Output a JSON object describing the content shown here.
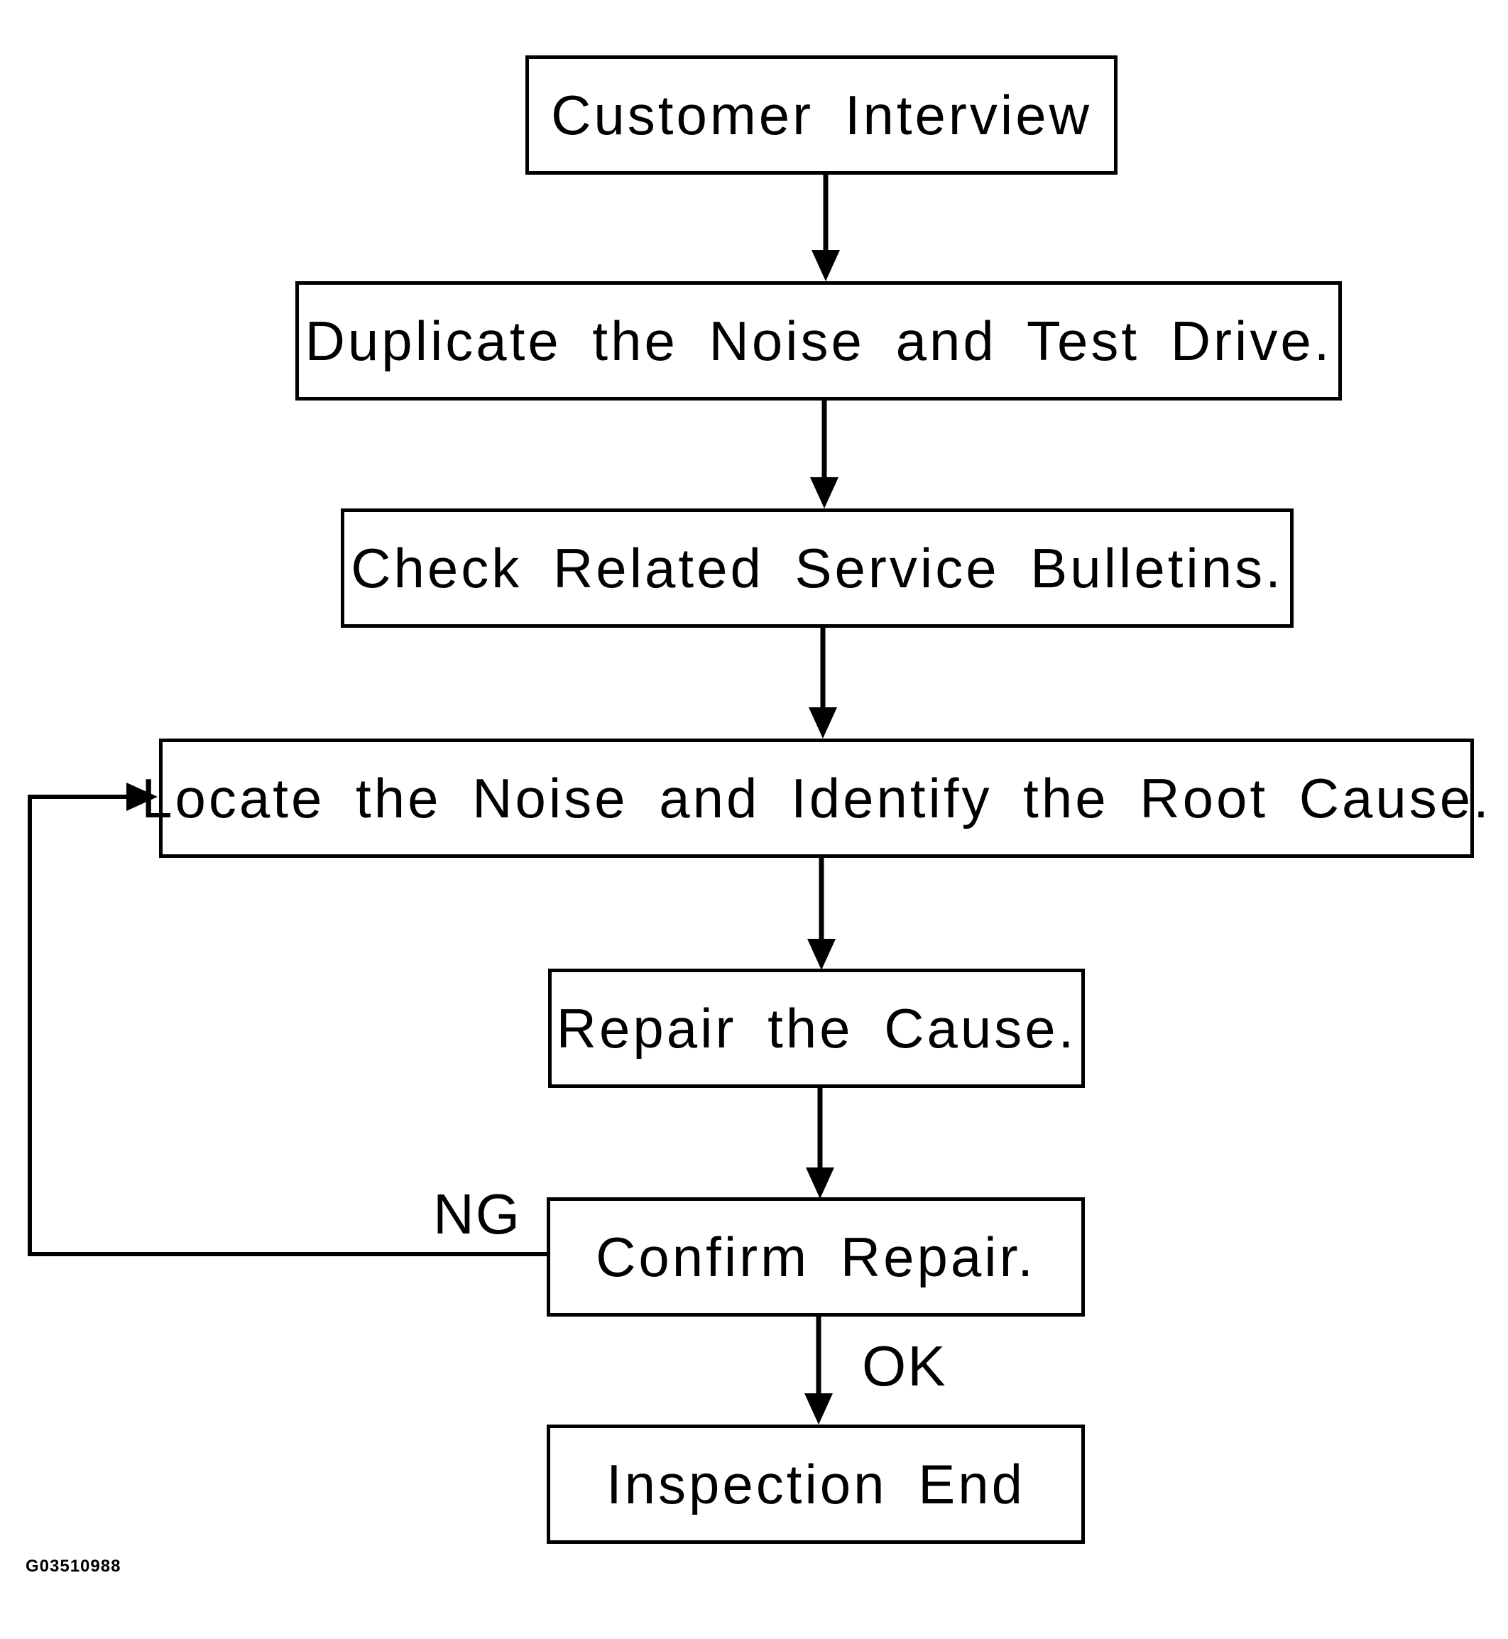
{
  "steps": {
    "customer_interview": "Customer Interview",
    "duplicate_noise": "Duplicate the Noise and Test Drive.",
    "check_bulletins": "Check Related Service Bulletins.",
    "locate_noise": "Locate the Noise and Identify the Root Cause.",
    "repair_cause": "Repair the Cause.",
    "confirm_repair": "Confirm Repair.",
    "inspection_end": "Inspection End"
  },
  "branches": {
    "ng": "NG",
    "ok": "OK"
  },
  "figure_code": "G03510988"
}
